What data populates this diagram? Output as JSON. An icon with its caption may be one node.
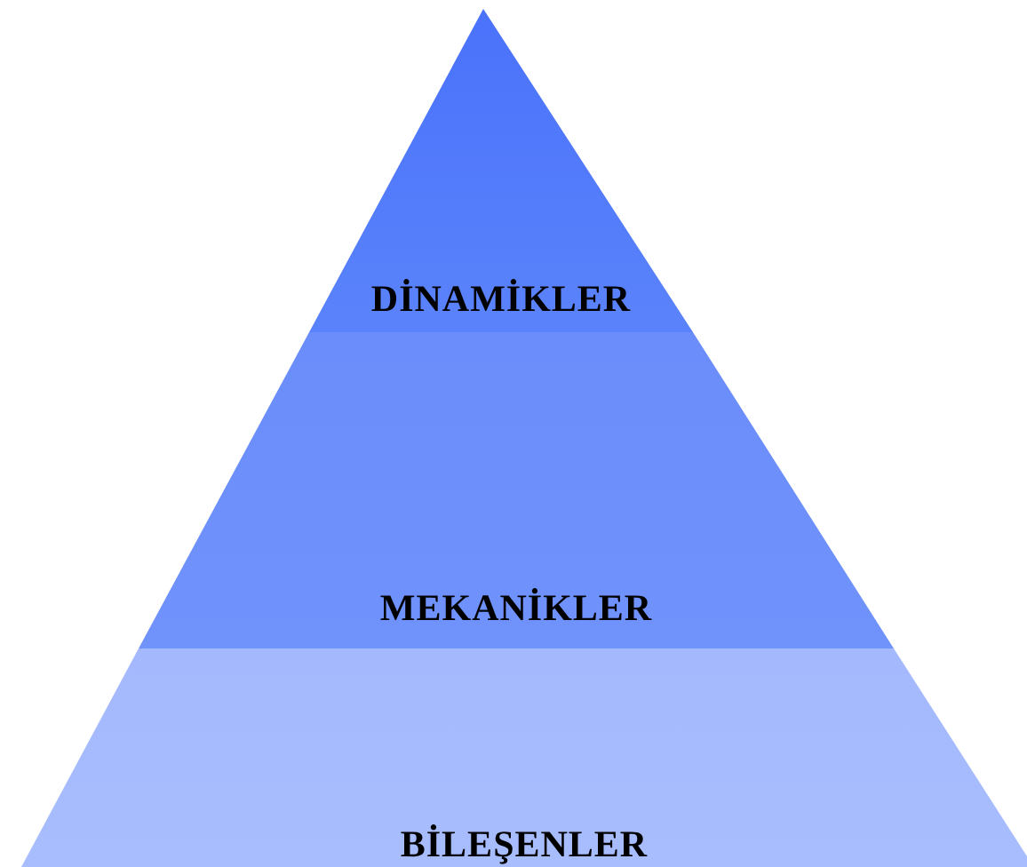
{
  "diagram": {
    "nodes": [
      {
        "text": [
          "DİNAMİKLER"
        ]
      },
      {
        "text": [
          "MEKANİKLER"
        ]
      },
      {
        "text": [
          "BİLEŞENLER"
        ]
      }
    ]
  }
}
